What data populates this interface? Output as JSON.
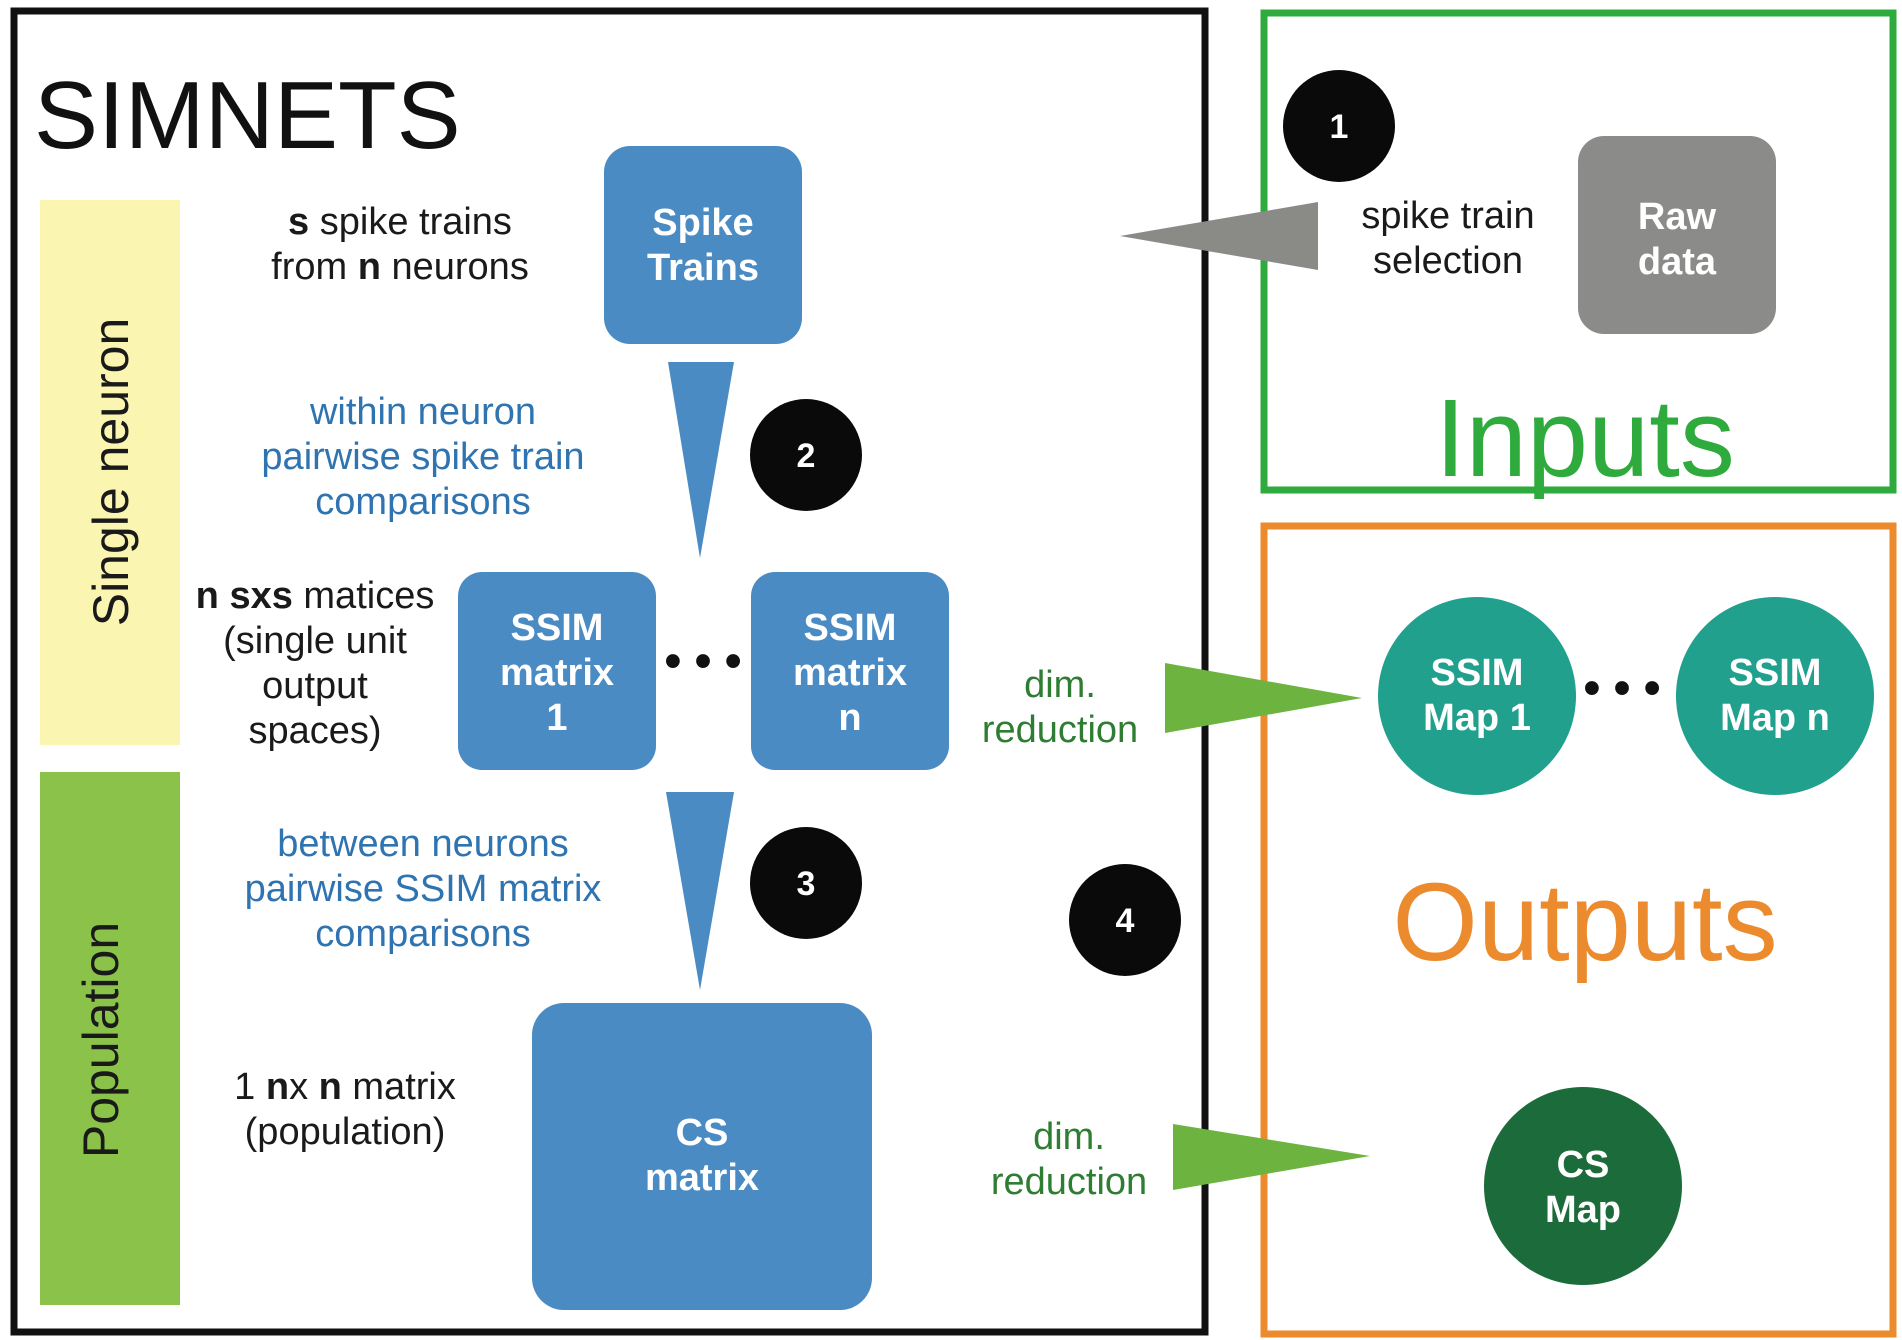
{
  "title": "SIMNETS",
  "side_labels": {
    "single_neuron": "Single neuron",
    "population": "Population"
  },
  "descriptions": {
    "spike_trains": {
      "line1_bold": "s",
      "line1_rest": " spike trains",
      "line2_pre": "from ",
      "line2_bold": "n",
      "line2_rest": " neurons"
    },
    "ssim_matrices": {
      "line1_bold1": "n",
      "line1_bold2": "sxs",
      "line1_rest": " matices",
      "line2": "(single unit",
      "line3": "output",
      "line4": "spaces)"
    },
    "cs_matrix": {
      "line1_pre": "1 ",
      "line1_bold1": "n",
      "line1_mid": "x ",
      "line1_bold2": "n",
      "line1_rest": " matrix",
      "line2": "(population)"
    }
  },
  "comparisons": {
    "within": [
      "within neuron",
      "pairwise spike train",
      "comparisons"
    ],
    "between": [
      "between neurons",
      "pairwise SSIM matrix",
      "comparisons"
    ]
  },
  "selection_label": [
    "spike train",
    "selection"
  ],
  "dim_reduction_top": [
    "dim.",
    "reduction"
  ],
  "dim_reduction_bottom": [
    "dim.",
    "reduction"
  ],
  "boxes": {
    "spike_trains": [
      "Spike",
      "Trains"
    ],
    "raw_data": [
      "Raw",
      "data"
    ],
    "ssim_matrix_1": [
      "SSIM",
      "matrix",
      "1"
    ],
    "ssim_matrix_n": [
      "SSIM",
      "matrix",
      "n"
    ],
    "cs_matrix": [
      "CS",
      "matrix"
    ]
  },
  "maps": {
    "ssim_map_1": [
      "SSIM",
      "Map 1"
    ],
    "ssim_map_n": [
      "SSIM",
      "Map n"
    ],
    "cs_map": [
      "CS",
      "Map"
    ]
  },
  "ellipsis": "• • •",
  "steps": [
    "1",
    "2",
    "3",
    "4"
  ],
  "panels": {
    "inputs": "Inputs",
    "outputs": "Outputs"
  },
  "colors": {
    "box_blue": "#4b8bc3",
    "raw_gray": "#8b8b89",
    "map_teal": "#21a08e",
    "map_dark_green": "#1c6b3a",
    "single_neuron_band": "#fbf5b2",
    "population_band": "#8bc34a",
    "inputs_border": "#2eab3c",
    "outputs_border": "#ec8b2d",
    "arrow_gray": "#8a8a87",
    "arrow_green": "#6db33f",
    "arrow_blue": "#4b8bc3"
  }
}
